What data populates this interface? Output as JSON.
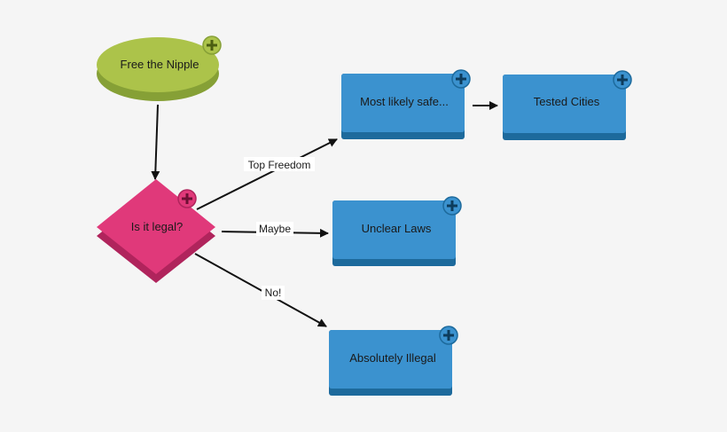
{
  "diagram": {
    "start": {
      "label": "Free the Nipple",
      "color": "#acc34a",
      "shade": "#86a036"
    },
    "decision": {
      "label": "Is it legal?",
      "color": "#e0397a",
      "shade": "#b0245c"
    },
    "boxes": {
      "most_likely_safe": {
        "label": "Most likely safe..."
      },
      "tested_cities": {
        "label": "Tested Cities"
      },
      "unclear_laws": {
        "label": "Unclear Laws"
      },
      "absolutely_illegal": {
        "label": "Absolutely Illegal"
      }
    },
    "box_color": "#3b92cf",
    "box_shade": "#1d6a9c",
    "edges": {
      "top_freedom": "Top Freedom",
      "maybe": "Maybe",
      "no": "No!"
    },
    "add_icon": "plus-icon"
  }
}
